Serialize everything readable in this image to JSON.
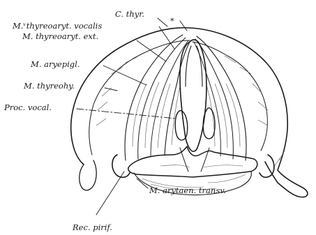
{
  "labels": {
    "c_thyr": "C. thyr.",
    "asterisk": "*",
    "thyreoaryt_vocalis": "M.ᵛthyreoaryt. vocalis",
    "thyreoaryt_ext": "M. thyreoaryt. ext.",
    "aryepigl": "M. aryepigl.",
    "thyreohy": "M. thyreohy.",
    "proc_vocal": "Proc. vocal.",
    "arytaen_transv": "M. arytaen. transv.",
    "rec_pirif": "Rec. pirif."
  }
}
